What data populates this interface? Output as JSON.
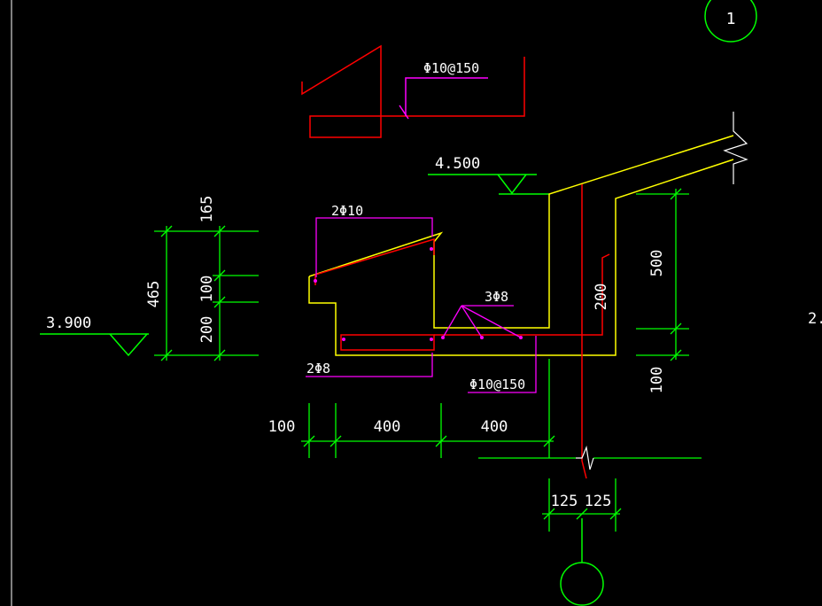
{
  "colors": {
    "background": "#000000",
    "concrete_outline": "#ffff00",
    "rebar": "#ff0000",
    "rebar_leader": "#ff00ff",
    "dimension": "#00ff00",
    "text": "#ffffff"
  },
  "labels": {
    "elev_top": "4.500",
    "elev_left": "3.900",
    "partial_right": "2.",
    "axis_top": "1",
    "axis_bottom": "",
    "rebar_top_detail": "Φ10@150",
    "rebar_top_bars": "2Φ10",
    "rebar_mid_bars": "3Φ8",
    "rebar_bottom_bars": "2Φ8",
    "rebar_bottom_stirrup": "Φ10@150"
  },
  "dimensions": {
    "left_stack": {
      "top": "165",
      "middle": "100",
      "bottom": "200",
      "overall": "465"
    },
    "bottom_row": {
      "a": "100",
      "b": "400",
      "c": "400"
    },
    "right_stack": {
      "upper": "500",
      "lower": "100"
    },
    "wall_inner": "200",
    "axis_split": {
      "left": "125",
      "right": "125"
    }
  }
}
